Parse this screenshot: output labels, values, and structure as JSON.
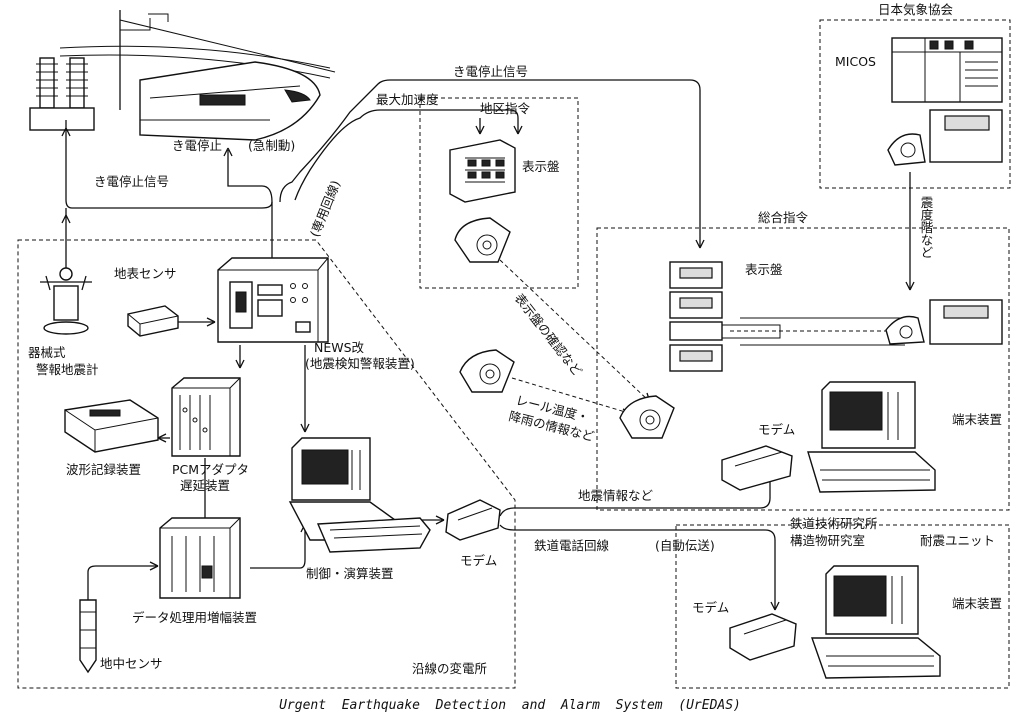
{
  "labels": {
    "jma": "日本気象協会",
    "micos": "MICOS",
    "feed_stop_signal_top": "き電停止信号",
    "max_accel": "最大加速度",
    "district_command": "地区指令",
    "display_panel_district": "表示盤",
    "feed_stop": "き電停止",
    "emergency_brake": "(急制動)",
    "dedicated_line": "(専用回線)",
    "feed_stop_signal_left": "き電停止信号",
    "seismic_intensity": "震度階など",
    "general_command": "総合指令",
    "display_panel_general": "表示盤",
    "ground_sensor": "地表センサ",
    "mech_seismometer_1": "器械式",
    "mech_seismometer_2": "警報地震計",
    "news_1": "NEWS改",
    "news_2": "(地震検知警報装置)",
    "confirm_display": "表示盤の確認など",
    "rail_temp_1": "レール温度・",
    "rail_temp_2": "降雨の情報など",
    "waveform_recorder": "波形記録装置",
    "pcm_1": "PCMアダプタ",
    "pcm_2": "遅延装置",
    "modem_right": "モデム",
    "terminal_right": "端末装置",
    "quake_info": "地震情報など",
    "modem_center": "モデム",
    "rail_phone_line": "鉄道電話回線",
    "auto_transmission": "(自動伝送)",
    "rtri_1": "鉄道技術研究所",
    "rtri_2": "構造物研究室",
    "seismic_unit": "耐震ユニット",
    "control_unit": "制御・演算装置",
    "amplifier": "データ処理用増幅装置",
    "modem_bottom": "モデム",
    "terminal_bottom": "端末装置",
    "underground_sensor": "地中センサ",
    "substation": "沿線の変電所"
  },
  "caption": "Urgent  Earthquake  Detection  and  Alarm  System  (UrEDAS)"
}
